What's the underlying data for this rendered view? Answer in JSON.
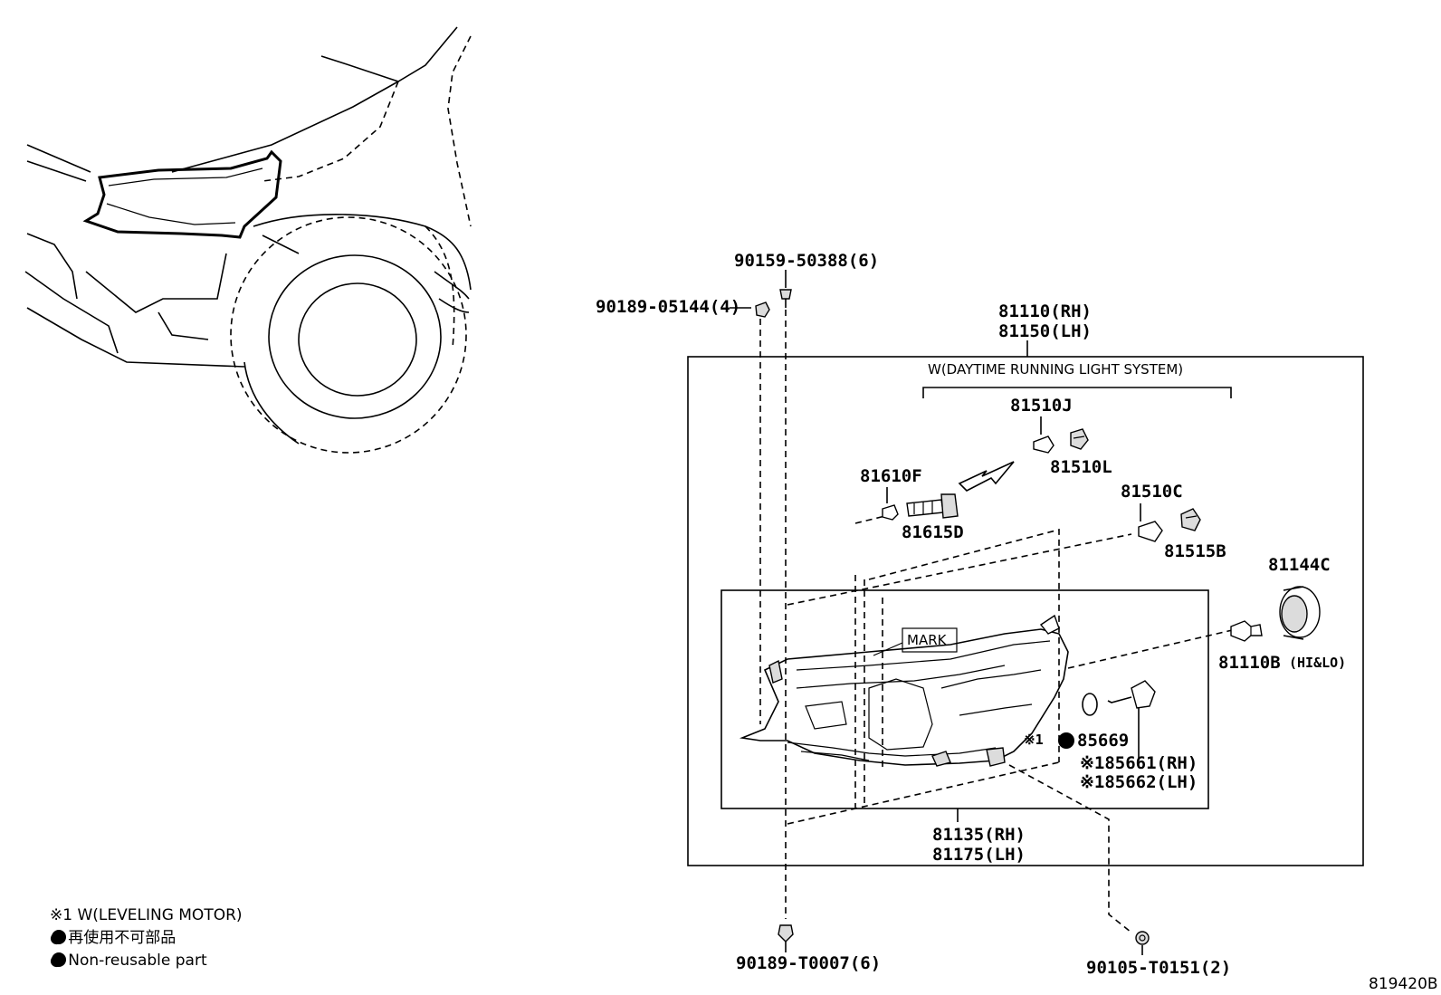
{
  "diagram": {
    "header_condition": "W(DAYTIME RUNNING LIGHT SYSTEM)",
    "mark_label": "MARK",
    "parts": {
      "p90159": "90159-50388(6)",
      "p90189_05144": "90189-05144(4)",
      "p81110": "81110(RH)",
      "p81150": "81150(LH)",
      "p81510J": "81510J",
      "p81510L": "81510L",
      "p81610F": "81610F",
      "p81615D": "81615D",
      "p81510C": "81510C",
      "p81515B": "81515B",
      "p81144C": "81144C",
      "p81110B": "81110B",
      "p81110B_note": "(HI&LO)",
      "p85669": "85669",
      "p85669_prefix": "※1",
      "p85661": "※185661(RH)",
      "p85662": "※185662(LH)",
      "p81135": "81135(RH)",
      "p81175": "81175(LH)",
      "p90189_T0007": "90189-T0007(6)",
      "p90105": "90105-T0151(2)"
    },
    "legend": {
      "note1": "※1 W(LEVELING MOTOR)",
      "note2": "● 再使用不可部品",
      "note3": "● Non-reusable part"
    },
    "figure_id": "819420B"
  }
}
